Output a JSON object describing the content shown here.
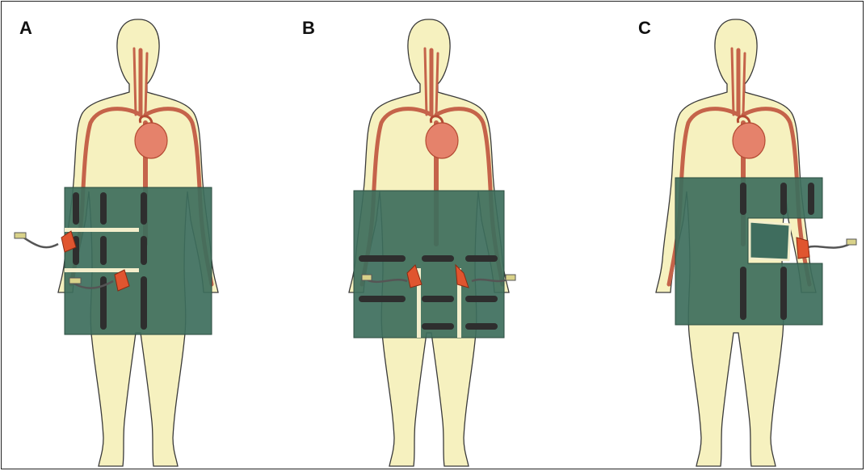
{
  "panels": [
    {
      "label": "A"
    },
    {
      "label": "B"
    },
    {
      "label": "C"
    }
  ],
  "colors": {
    "skin": "#f6f1bf",
    "outline": "#3a3a3a",
    "vessel": "#c5634a",
    "heart": "#e5826b",
    "drape": "#3d6e5c",
    "stripe": "#2e2e2e",
    "cannula": "#e0552f",
    "slit": "#f3eecb"
  }
}
